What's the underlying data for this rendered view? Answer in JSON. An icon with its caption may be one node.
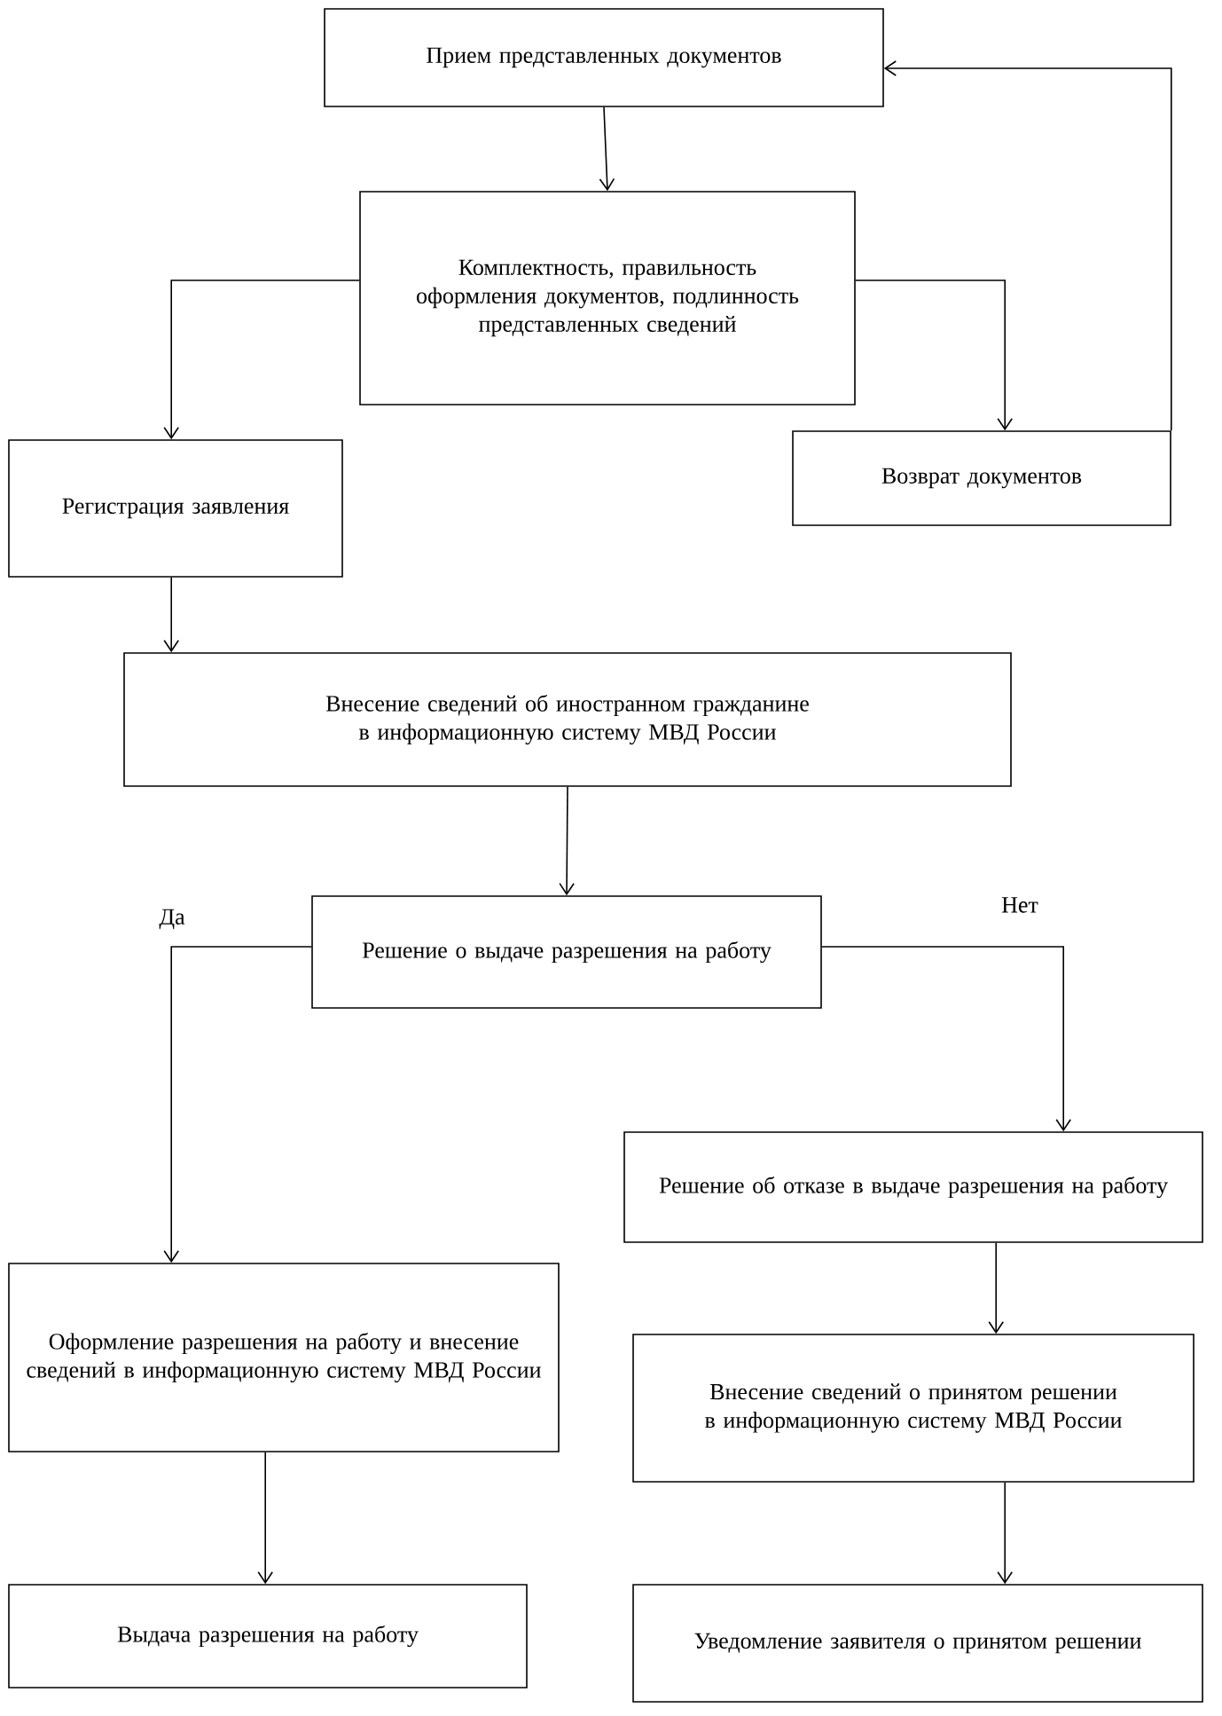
{
  "diagram": {
    "nodes": [
      {
        "text": [
          "Прием представленных документов"
        ]
      },
      {
        "text": [
          "Комплектность, правильность оформления документов, подлинность представленных сведений"
        ]
      },
      {
        "text": [
          "Регистрация заявления"
        ]
      },
      {
        "text": [
          "Возврат документов"
        ]
      },
      {
        "text": [
          "Внесение сведений об иностранном гражданине в информационную систему МВД России"
        ]
      },
      {
        "text": [
          "Решение о выдаче разрешения на работу"
        ]
      },
      {
        "text": [
          "Решение об отказе в выдаче разрешения на работу"
        ]
      },
      {
        "text": [
          "Оформление разрешения на работу и внесение сведений в информационную систему МВД России"
        ]
      },
      {
        "text": [
          "Внесение сведений о принятом решении в информационную систему МВД России"
        ]
      },
      {
        "text": [
          "Выдача разрешения на работу"
        ]
      },
      {
        "text": [
          "Уведомление заявителя о принятом решении"
        ]
      }
    ],
    "edges": [
      {
        "from": 0,
        "to": 1,
        "arrow": "to"
      },
      {
        "from": 1,
        "to": 2,
        "arrow": "to"
      },
      {
        "from": 1,
        "to": 3,
        "arrow": "to"
      },
      {
        "from": 3,
        "to": 0,
        "arrow": "to"
      },
      {
        "from": 2,
        "to": 4,
        "arrow": "to"
      },
      {
        "from": 4,
        "to": 5,
        "arrow": "to"
      },
      {
        "from": 5,
        "to": 7,
        "arrow": "to",
        "label": "Да"
      },
      {
        "from": 5,
        "to": 6,
        "arrow": "to",
        "label": "Нет"
      },
      {
        "from": 6,
        "to": 8,
        "arrow": "to"
      },
      {
        "from": 7,
        "to": 9,
        "arrow": "to"
      },
      {
        "from": 8,
        "to": 10,
        "arrow": "to"
      }
    ]
  }
}
